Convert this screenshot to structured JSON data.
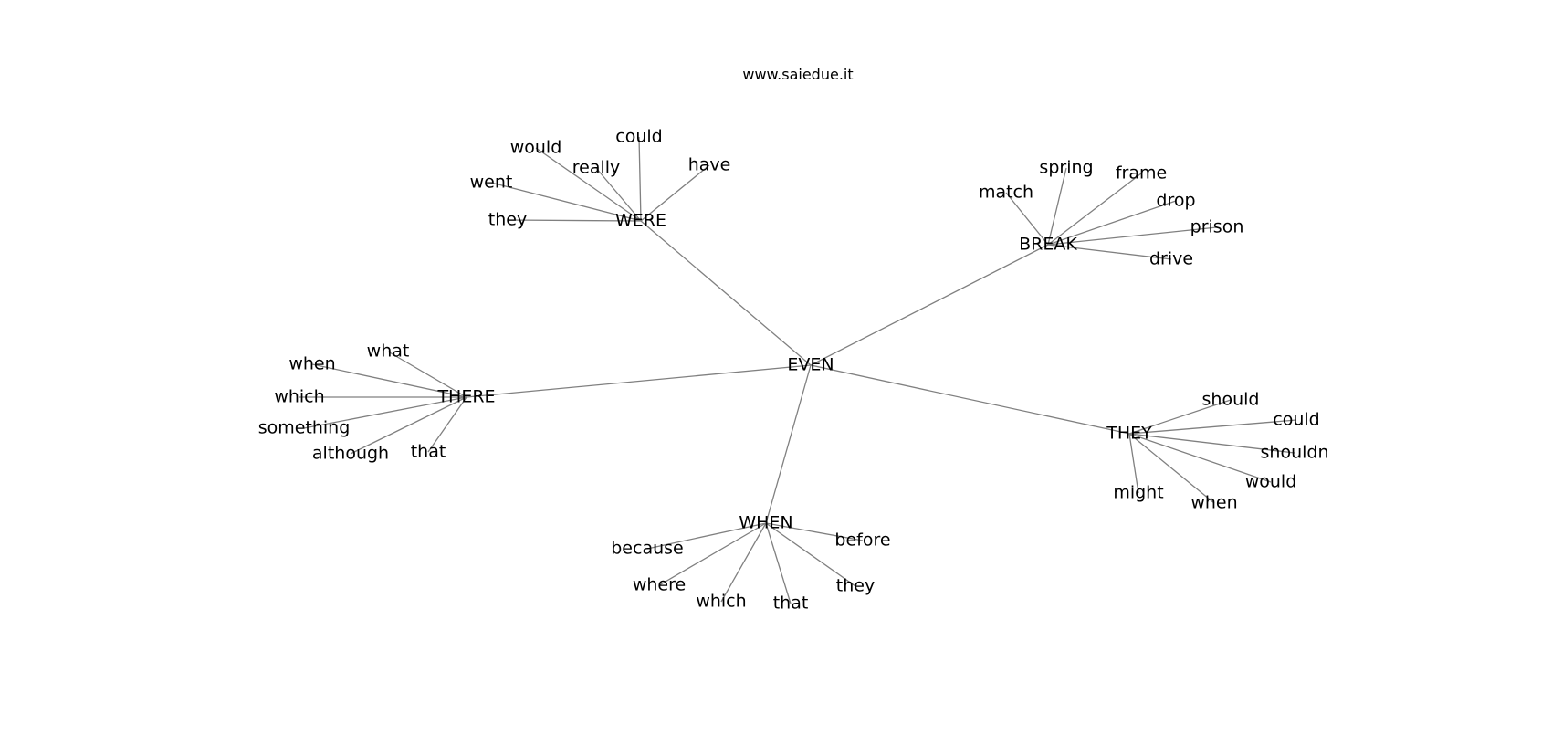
{
  "title": "www.saiedue.it",
  "center": "EVEN",
  "hubs": [
    {
      "word": "WERE",
      "children": [
        "would",
        "could",
        "really",
        "have",
        "went",
        "they"
      ]
    },
    {
      "word": "BREAK",
      "children": [
        "spring",
        "frame",
        "match",
        "drop",
        "prison",
        "drive"
      ]
    },
    {
      "word": "THERE",
      "children": [
        "what",
        "when",
        "which",
        "something",
        "although",
        "that"
      ]
    },
    {
      "word": "THEY",
      "children": [
        "should",
        "could",
        "shouldn",
        "would",
        "might",
        "when"
      ]
    },
    {
      "word": "WHEN",
      "children": [
        "because",
        "before",
        "where",
        "they",
        "which",
        "that"
      ]
    }
  ]
}
